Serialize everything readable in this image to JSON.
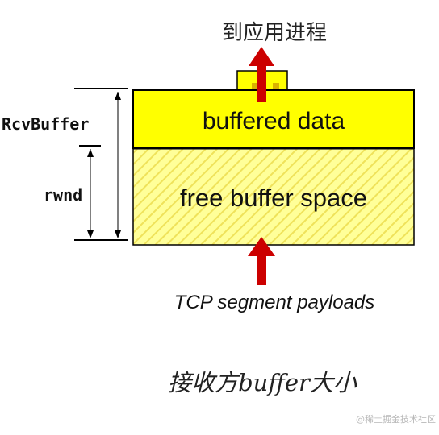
{
  "diagram": {
    "top_label": "到应用进程",
    "buffered_data_label": "buffered data",
    "free_space_label": "free buffer space",
    "rcvbuffer_label": "RcvBuffer",
    "rwnd_label": "rwnd",
    "incoming_label": "TCP segment payloads",
    "caption": "接收方buffer大小",
    "watermark": "@稀土掘金技术社区"
  },
  "colors": {
    "buffered_fill": "#ffff00",
    "free_fill": "#ffff99",
    "hatch_stroke": "#f0e000",
    "arrow_red": "#cc0000",
    "outline": "#000000"
  }
}
